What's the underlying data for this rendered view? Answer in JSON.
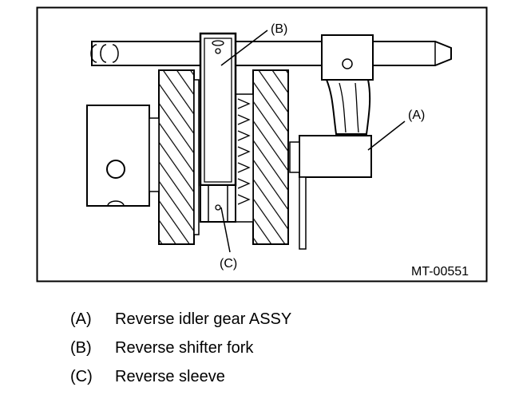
{
  "diagram": {
    "callouts": {
      "a": "(A)",
      "b": "(B)",
      "c": "(C)"
    },
    "figure_id": "MT-00551"
  },
  "legend": [
    {
      "key": "(A)",
      "text": "Reverse idler gear ASSY"
    },
    {
      "key": "(B)",
      "text": "Reverse shifter fork"
    },
    {
      "key": "(C)",
      "text": "Reverse sleeve"
    }
  ]
}
